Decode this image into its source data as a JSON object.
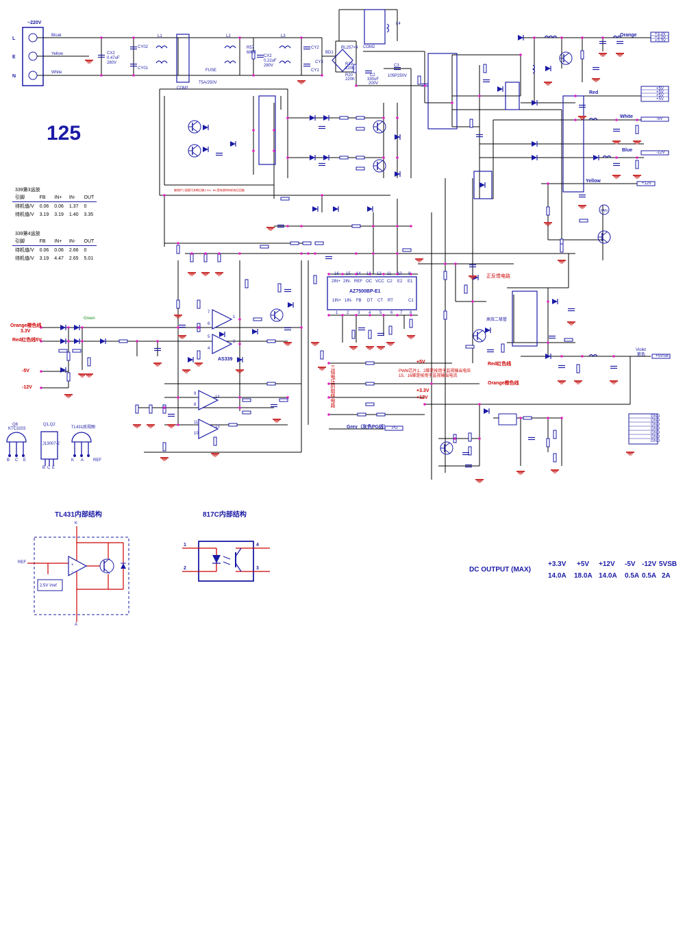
{
  "header": {
    "model_number": "125"
  },
  "ac_input": {
    "voltage": "~220V",
    "pins": [
      "L",
      "E",
      "N"
    ],
    "wires": [
      "Blcak",
      "Yellow",
      "White"
    ]
  },
  "input_filter": {
    "labels": [
      "CX2",
      "0.47uF",
      "280V",
      "CY02",
      "CY01",
      "L1",
      "L2",
      "L3",
      "COM1",
      "FUSE",
      "T5A/250V",
      "R57",
      "680K",
      "CX2",
      "0.22uF",
      "280V",
      "CY2",
      "CY3",
      "CY1",
      "BD1",
      "RL257×4",
      "COM2",
      "L4",
      "R19",
      "220K",
      "R20",
      "220K",
      "C2",
      "330uF",
      "200V",
      "C3",
      "105P250V"
    ]
  },
  "op_tables": [
    {
      "title": "339第3运放",
      "headers": [
        "引脚",
        "FB",
        "IN+",
        "IN-",
        "OUT"
      ],
      "rows": [
        [
          "待机值/V",
          "0.06",
          "0.06",
          "1.37",
          "0"
        ],
        [
          "待机值/V",
          "3.19",
          "3.19",
          "1.40",
          "3.35"
        ]
      ]
    },
    {
      "title": "339第4运放",
      "headers": [
        "引脚",
        "FB",
        "IN+",
        "IN-",
        "OUT"
      ],
      "rows": [
        [
          "待机值/V",
          "0.06",
          "0.06",
          "2.66",
          "0"
        ],
        [
          "待机值/V",
          "3.19",
          "4.47",
          "2.65",
          "5.01"
        ]
      ]
    }
  ],
  "ic": {
    "name": "AZ7500BP-E1",
    "top_pins": [
      "16",
      "15",
      "14",
      "13",
      "12",
      "11",
      "10",
      "9"
    ],
    "top_labels": [
      "2IN+",
      "2IN-",
      "REF",
      "OC",
      "VCC",
      "C2",
      "E2",
      "E1"
    ],
    "bottom_pins": [
      "1",
      "2",
      "3",
      "4",
      "5",
      "6",
      "7",
      "8"
    ],
    "bottom_labels": [
      "1IN+",
      "1IN-",
      "FB",
      "DT",
      "CT",
      "RT",
      "",
      "C1"
    ]
  },
  "comparator": {
    "name": "AS339",
    "pins": [
      "7",
      "6",
      "1",
      "5",
      "4",
      "2",
      "9",
      "8",
      "14",
      "11",
      "10",
      "13"
    ]
  },
  "outputs": {
    "orange": "Orange",
    "red": "Red",
    "white": "White",
    "blue": "Blue",
    "yellow": "Yellow",
    "violet": "Violet",
    "violet_cn": "紫色",
    "conn_33": [
      "+3.3V",
      "+3.3V",
      "+3.3V"
    ],
    "conn_5": [
      "+5V",
      "+5V",
      "+5V",
      "+5V"
    ],
    "conn_m5": "-5V",
    "conn_m12": "-12V",
    "conn_12": "+12V",
    "conn_5vsb": "+5VSB",
    "gnd": [
      "GND",
      "GND",
      "GND",
      "GND",
      "GND",
      "GND",
      "GND"
    ],
    "pg": "PG",
    "grey": "Grey（灰色PG线）",
    "green": "Green",
    "orange_33": "Orange橙色线",
    "orange_33v": "3.3V",
    "red_5": "Red红色线5V",
    "m5": "-5V",
    "m12": "-12V",
    "red_line": "Red红色线",
    "orange_line": "Orange橙色线",
    "p5": "+5V",
    "p33": "+3.3V",
    "p12": "+12V"
  },
  "annotations": {
    "positive_feedback": "正反馈电路",
    "pwm_note_1": "PWM芯片1、2脚是按用于监视输出电压",
    "pwm_note_2": "15、16脚是按用于监视输出电流",
    "sampling": "三组电压的取样电路",
    "driver": "高效二极管",
    "stamp": "被保护三极管可关断后输入S4、B4,是电源的待机电压回路"
  },
  "pinouts": {
    "q8": [
      "Q8",
      "KTC3203"
    ],
    "q8_pins": [
      "B",
      "C",
      "E"
    ],
    "q1q2": [
      "Q1,Q2",
      "J13007-2"
    ],
    "q1q2_pins": [
      "B",
      "C",
      "E"
    ],
    "tl431": "TL431底视图",
    "tl431_pins": [
      "K",
      "A",
      "REF"
    ]
  },
  "diagrams": {
    "tl431_title": "TL431内部结构",
    "tl431_labels": [
      "K",
      "REF",
      "2.5V Vref",
      "A"
    ],
    "pc817_title": "817C内部结构",
    "pc817_pins": [
      "1",
      "2",
      "3",
      "4"
    ]
  },
  "spec_table": {
    "label": "DC    OUTPUT  (MAX)",
    "rails": [
      "+3.3V",
      "+5V",
      "+12V",
      "-5V",
      "-12V",
      "5VSB"
    ],
    "currents": [
      "14.0A",
      "18.0A",
      "14.0A",
      "0.5A",
      "0.5A",
      "2A"
    ]
  },
  "colors": {
    "wire": "#000000",
    "component": "#1a1aa6",
    "node": "#e020c0",
    "text_red": "#cc0000",
    "gnd_fill": "#cc3333"
  }
}
